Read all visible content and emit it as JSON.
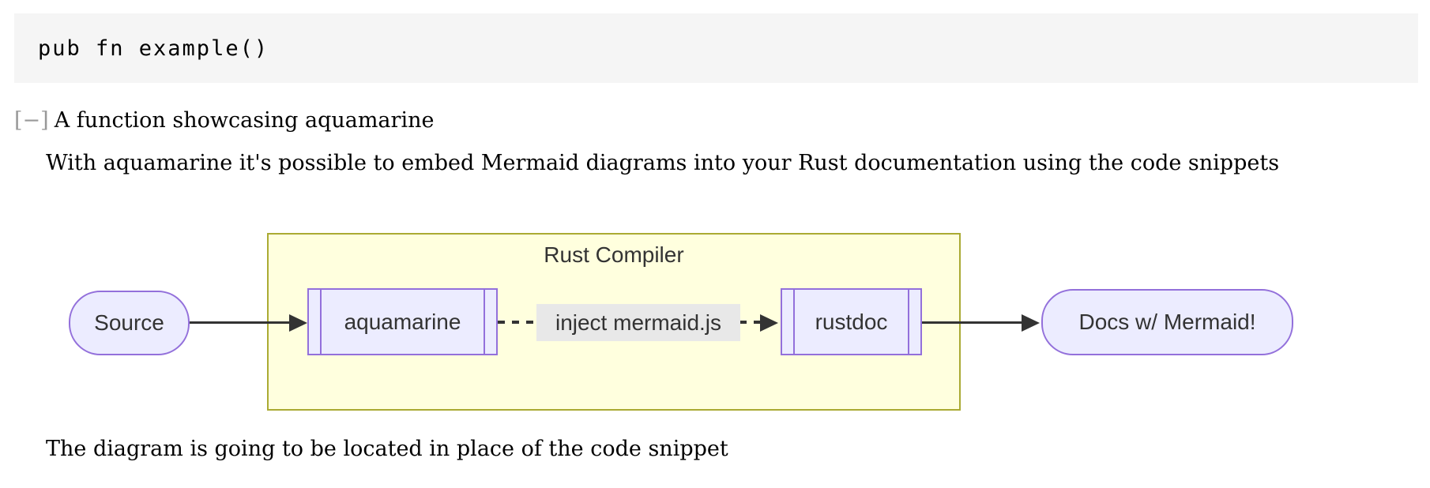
{
  "signature": {
    "code": "pub fn example()"
  },
  "docs": {
    "toggle": "[−]",
    "summary": "A function showcasing aquamarine",
    "intro": "With aquamarine it's possible to embed Mermaid diagrams into your Rust documentation using the code snippets",
    "outro": "The diagram is going to be located in place of the code snippet"
  },
  "diagram": {
    "type": "flowchart",
    "direction": "LR",
    "cluster": {
      "label": "Rust Compiler",
      "fill": "#ffffde",
      "border": "#aaaa33"
    },
    "nodes": [
      {
        "id": "source",
        "label": "Source",
        "shape": "stadium"
      },
      {
        "id": "aquamarine",
        "label": "aquamarine",
        "shape": "subroutine",
        "cluster": "Rust Compiler"
      },
      {
        "id": "rustdoc",
        "label": "rustdoc",
        "shape": "subroutine",
        "cluster": "Rust Compiler"
      },
      {
        "id": "docs",
        "label": "Docs w/ Mermaid!",
        "shape": "stadium"
      }
    ],
    "edges": [
      {
        "from": "source",
        "to": "aquamarine",
        "style": "solid",
        "label": ""
      },
      {
        "from": "aquamarine",
        "to": "rustdoc",
        "style": "dotted",
        "label": "inject mermaid.js"
      },
      {
        "from": "rustdoc",
        "to": "docs",
        "style": "solid",
        "label": ""
      }
    ],
    "colors": {
      "node_fill": "#ececff",
      "node_border": "#9370db",
      "cluster_fill": "#ffffde",
      "cluster_border": "#aaaa33",
      "edge": "#333333",
      "edge_label_bg": "#e8e8e8",
      "text": "#333333"
    }
  }
}
